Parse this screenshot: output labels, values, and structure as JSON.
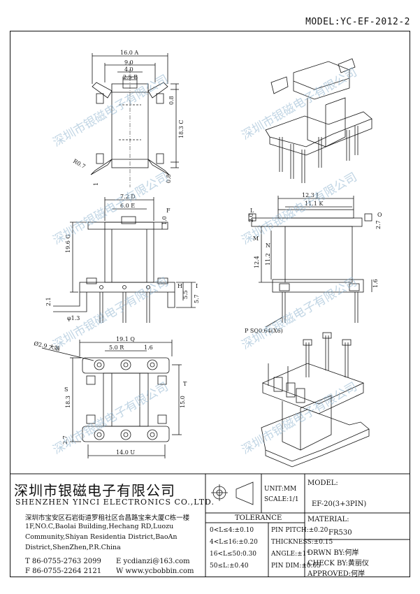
{
  "model_header": "MODEL:YC-EF-2012-2",
  "watermark": "深圳市银磁电子有限公司",
  "dimensions": {
    "a": "16.0 A",
    "b9": "9.0",
    "b4": "4.0",
    "b25": "2.5 B",
    "c": "18.3 C",
    "c08a": "0.8",
    "c08b": "0.8",
    "r07": "R0.7",
    "t1": "1",
    "d": "7.2 D",
    "e": "6.0 E",
    "f": "F",
    "f10": "1.0",
    "g": "19.6 G",
    "h": "H",
    "h55": "5.5",
    "i": "I",
    "i57": "5.7",
    "t21": "2.1",
    "p13": "φ1.3",
    "j": "12.3 J",
    "k": "11.1 K",
    "l": "L",
    "l20": "2.0",
    "o": "O",
    "o27": "2.7",
    "m": "M",
    "m124": "12.4",
    "n": "N",
    "n112": "11.2",
    "p16": "1.6",
    "p": "P SQ0.64(X6)",
    "q": "19.1 Q",
    "r": "5.0 R",
    "r16": "1.6",
    "d29": "Ø2.9 大端",
    "s": "S",
    "s183": "18.3",
    "t": "T",
    "t150": "15.0",
    "u": "14.0 U",
    "u27": "2.7"
  },
  "title_block": {
    "company_cn": "深圳市银磁电子有限公司",
    "company_en": "SHENZHEN YINCI ELECTRONICS CO.,LTD.",
    "address_cn": "深圳市宝安区石岩街道罗租社区合昌路宝来大厦C栋一楼",
    "address_en_1": "1F,NO.C,Baolai Building,Hechang RD,Luozu",
    "address_en_2": "Community,Shiyan Residentia District,BaoAn",
    "address_en_3": "District,ShenZhen,P.R.China",
    "tel": "T 86-0755-2763 2099",
    "fax": "F 86-0755-2264 2121",
    "email": "E ycdianzi@163.com",
    "web": "W www.ycbobbin.com",
    "unit": "UNIT:MM",
    "scale": "SCALE:1/1",
    "model_label": "MODEL:",
    "model_value": "EF-20(3+3PIN)",
    "tolerance_title": "TOLERANCE",
    "tolerance_rows": [
      "0<L≤4:±0.10",
      "4<L≤16:±0.20",
      "16<L≤50:0.30",
      "50≤L:±0.40"
    ],
    "pin_rows": [
      "PIN PITCH:±0.20",
      "THICKNESS:±0.15",
      "ANGLE:±1°",
      "PIN DIM:±0.05"
    ],
    "material_label": "MATERIAL:",
    "material_value": "FR530",
    "drawn_by": "DRWN BY:何岸",
    "check_by": "CHECK BY:黄丽仪",
    "approved": "APPROVED:何岸"
  }
}
